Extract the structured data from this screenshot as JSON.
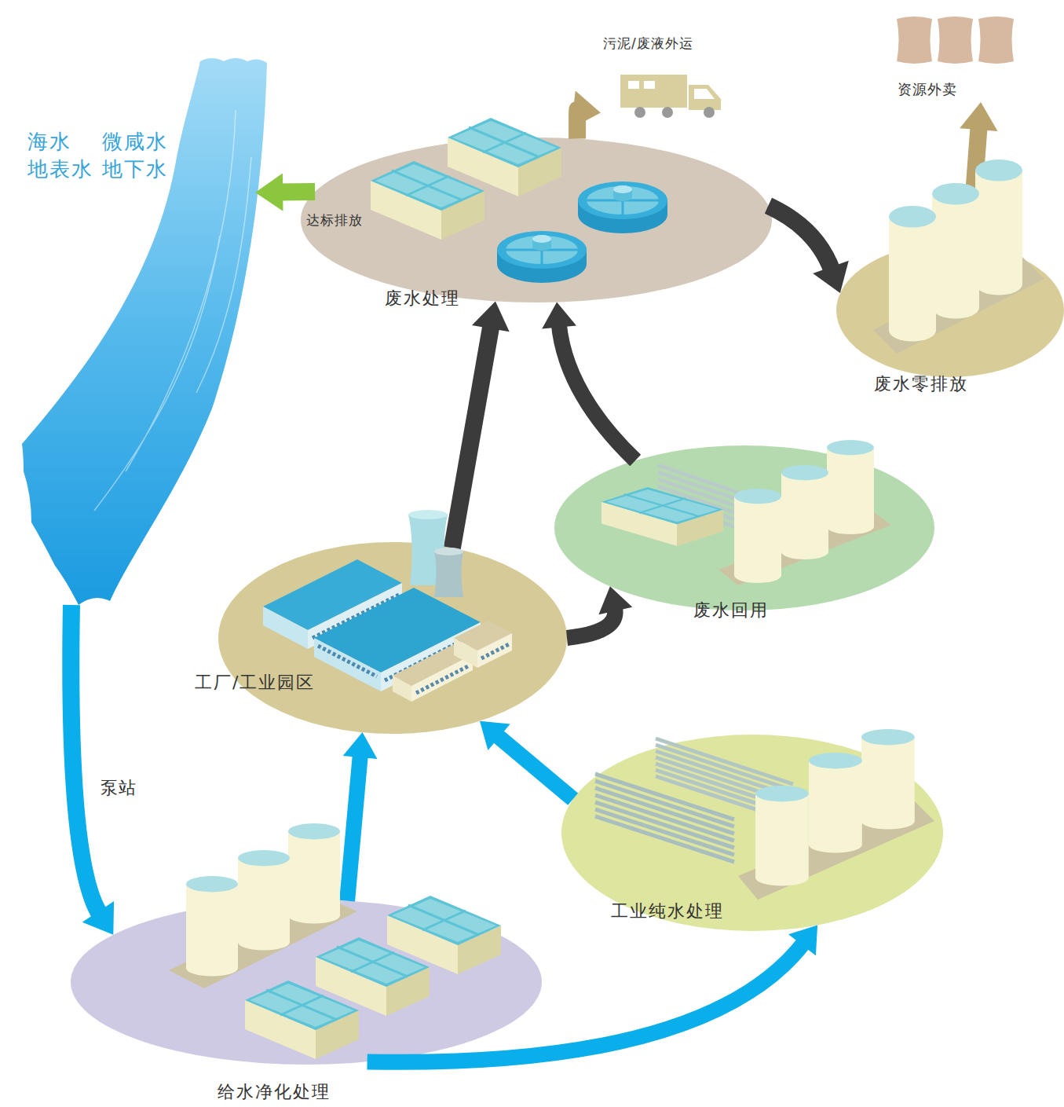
{
  "diagram": {
    "nodes": [
      {
        "text": [
          "海水",
          "微咸水",
          "地表水",
          "地下水"
        ]
      },
      {
        "text": [
          "污泥/废液外运"
        ]
      },
      {
        "text": [
          "资源外卖"
        ]
      },
      {
        "text": [
          "废水处理"
        ]
      },
      {
        "text": [
          "废水零排放"
        ]
      },
      {
        "text": [
          "废水回用"
        ]
      },
      {
        "text": [
          "工厂/工业园区"
        ]
      },
      {
        "text": [
          "工业纯水处理"
        ]
      },
      {
        "text": [
          "给水净化处理"
        ]
      }
    ],
    "edges": [
      {
        "from": 0,
        "to": 8,
        "label": "泵站",
        "arrow": "to"
      },
      {
        "from": 8,
        "to": 6,
        "arrow": "to"
      },
      {
        "from": 8,
        "to": 7,
        "arrow": "to"
      },
      {
        "from": 7,
        "to": 6,
        "arrow": "to"
      },
      {
        "from": 6,
        "to": 3,
        "arrow": "to"
      },
      {
        "from": 6,
        "to": 5,
        "arrow": "to"
      },
      {
        "from": 5,
        "to": 3,
        "arrow": "to"
      },
      {
        "from": 3,
        "to": 4,
        "arrow": "to"
      },
      {
        "from": 3,
        "to": 1,
        "arrow": "to"
      },
      {
        "from": 3,
        "to": 0,
        "label": "达标排放",
        "arrow": "to"
      },
      {
        "from": 4,
        "to": 2,
        "arrow": "to"
      }
    ]
  }
}
